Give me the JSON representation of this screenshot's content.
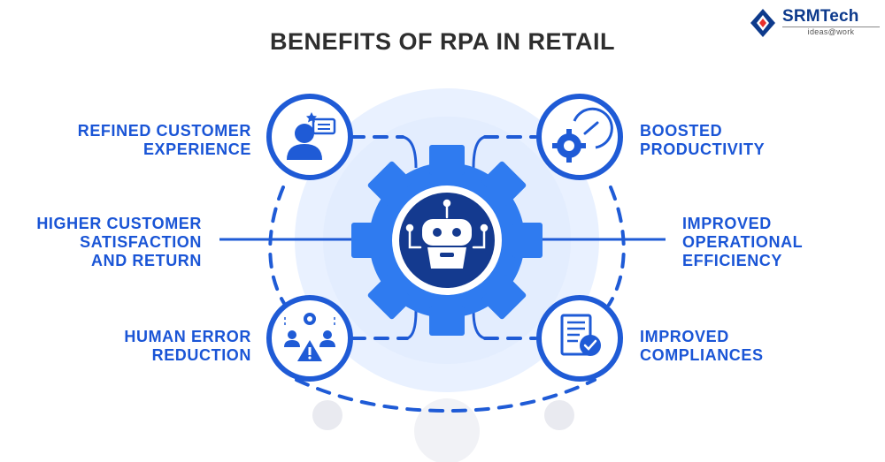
{
  "title": "BENEFITS OF RPA IN RETAIL",
  "logo": {
    "name": "SRMTech",
    "tagline": "ideas@work"
  },
  "benefits": [
    {
      "id": "refined-customer-experience",
      "text": "REFINED CUSTOMER\nEXPERIENCE",
      "icon": "customer-feedback-icon"
    },
    {
      "id": "higher-customer-satisfaction",
      "text": "HIGHER CUSTOMER\nSATISFACTION\nAND RETURN",
      "icon": "none"
    },
    {
      "id": "human-error-reduction",
      "text": "HUMAN ERROR\nREDUCTION",
      "icon": "team-warning-icon"
    },
    {
      "id": "boosted-productivity",
      "text": "BOOSTED\nPRODUCTIVITY",
      "icon": "gear-speedometer-icon"
    },
    {
      "id": "improved-operational-efficiency",
      "text": "IMPROVED\nOPERATIONAL\nEFFICIENCY",
      "icon": "none"
    },
    {
      "id": "improved-compliances",
      "text": "IMPROVED\nCOMPLIANCES",
      "icon": "document-check-icon"
    }
  ],
  "center_icon": "robot-gear-icon",
  "colors": {
    "primary": "#2f7bf0",
    "label": "#1a55d6",
    "dark_navy": "#143a8f",
    "bg_circle": "#e6efff",
    "dots": "#e9eaf0"
  }
}
